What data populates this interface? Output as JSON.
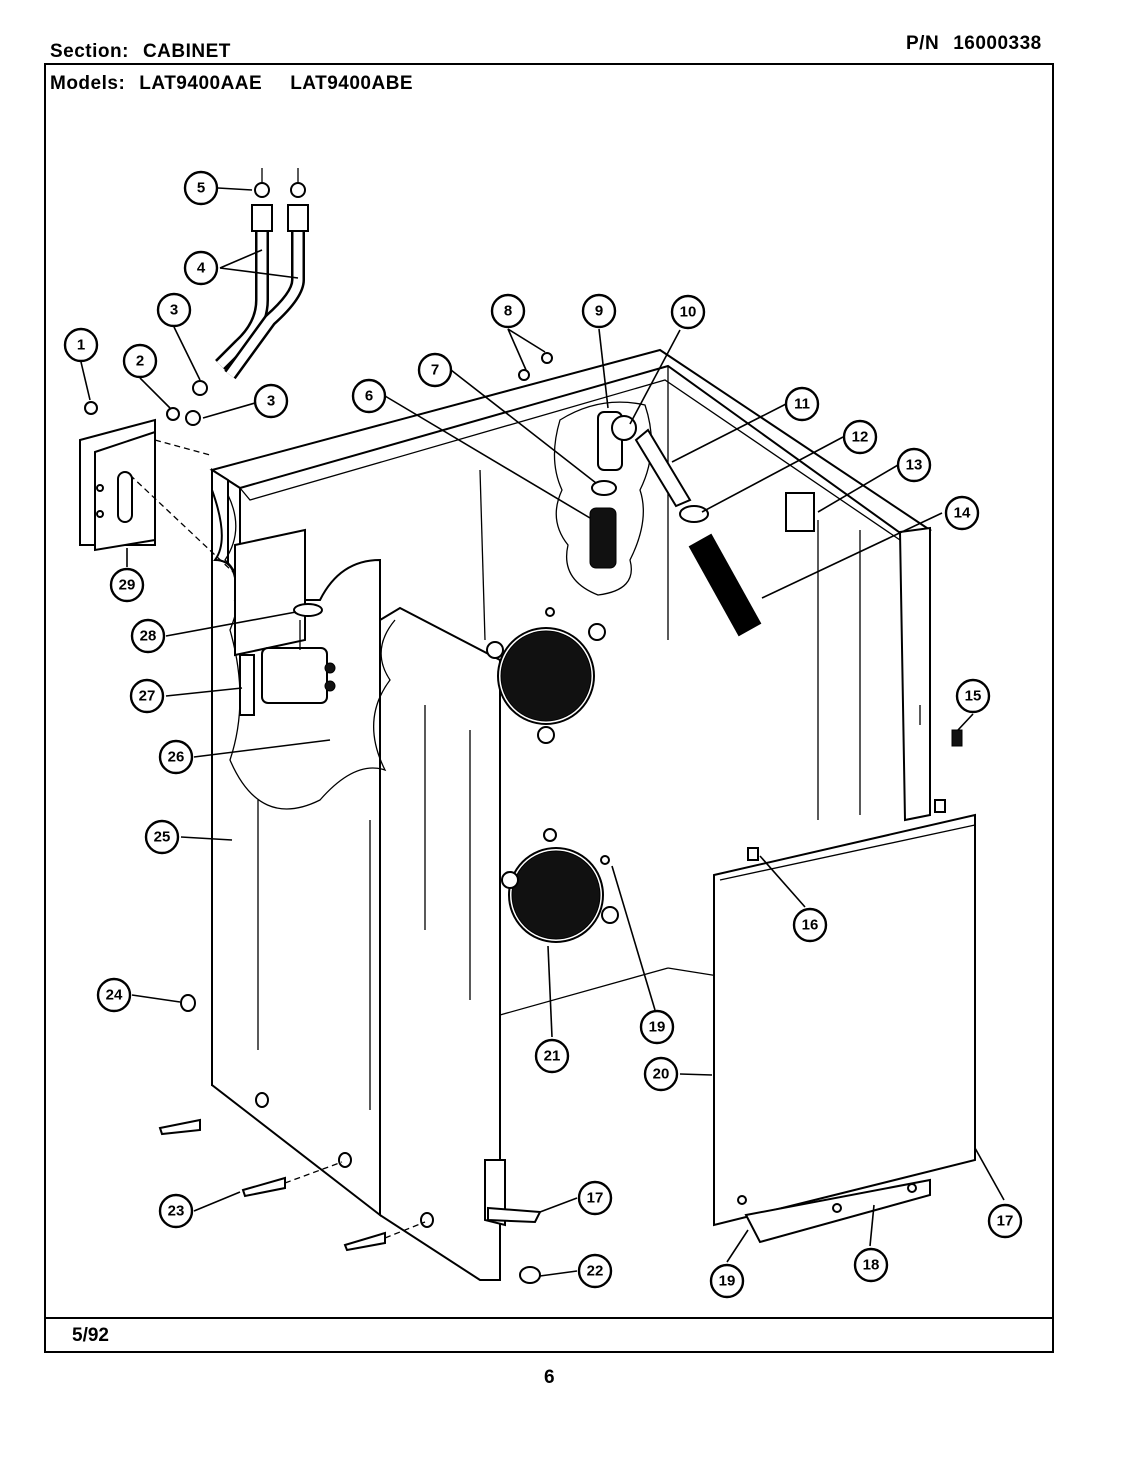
{
  "header": {
    "section_label": "Section:",
    "section_value": "CABINET",
    "pn_label": "P/N",
    "pn_value": "16000338",
    "models_label": "Models:",
    "models": [
      "LAT9400AAE",
      "LAT9400ABE"
    ]
  },
  "footer": {
    "date": "5/92",
    "page_number": "6"
  },
  "callouts": [
    "1",
    "2",
    "3",
    "3",
    "4",
    "5",
    "6",
    "7",
    "8",
    "9",
    "10",
    "11",
    "12",
    "13",
    "14",
    "15",
    "16",
    "17",
    "17",
    "18",
    "19",
    "19",
    "20",
    "21",
    "22",
    "23",
    "24",
    "25",
    "26",
    "27",
    "28",
    "29"
  ]
}
